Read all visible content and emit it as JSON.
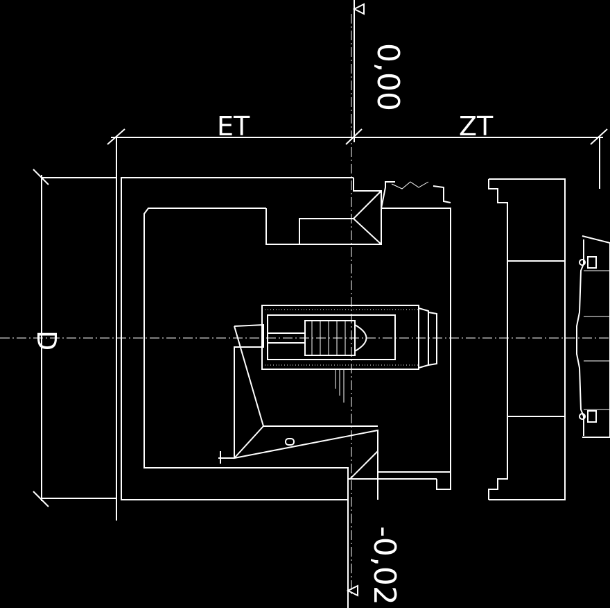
{
  "labels": {
    "et": "ET",
    "zt": "ZT",
    "d": "D",
    "level_top": "0,00",
    "level_bottom": "-0,02"
  },
  "colors": {
    "background": "#000000",
    "line": "#ffffff"
  }
}
